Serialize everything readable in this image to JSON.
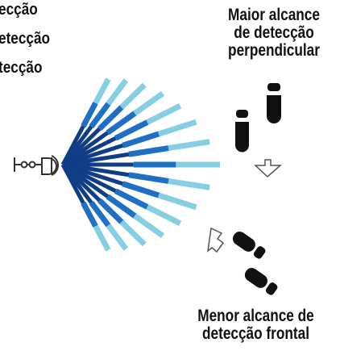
{
  "legend": {
    "items": [
      "ecção",
      "etecção",
      "tecção"
    ],
    "colors": [
      "#0f3d86",
      "#1f6fc4",
      "#86cfe3"
    ]
  },
  "labels": {
    "top": [
      "Maior alcance",
      "de detecção",
      "perpendicular"
    ],
    "bottom": [
      "Menor alcance de",
      "detecção frontal"
    ]
  },
  "icons": [
    "sensor-icon",
    "footprints-icon",
    "arrow-down-icon",
    "arrow-up-left-icon"
  ]
}
